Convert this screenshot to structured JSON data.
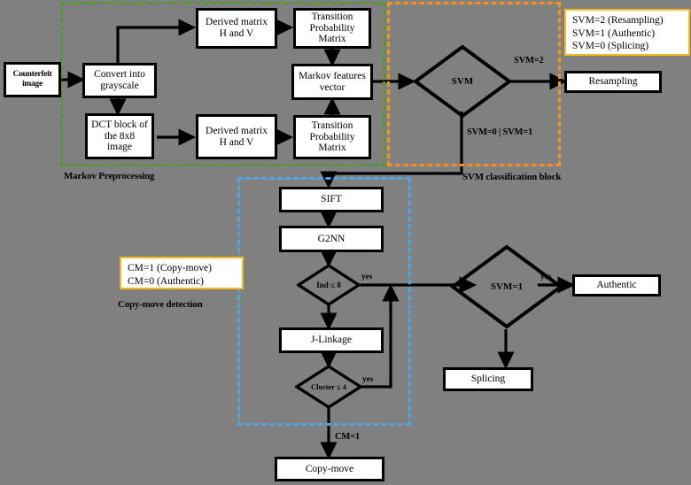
{
  "diagram": {
    "title": "Image forgery detection pipeline flowchart",
    "background_color": "#808080",
    "colors": {
      "markov_region": "#4E9A37",
      "svm_region": "#F39020",
      "copymove_region": "#4FA3E3",
      "legend_border": "#F5B921",
      "node_fill": "#FFFFFF",
      "stroke": "#000000"
    }
  },
  "regions": [
    {
      "name": "markov-preprocessing-region",
      "caption": "Markov Preprocessing",
      "color": "#4E9A37"
    },
    {
      "name": "svm-classification-region",
      "caption": "SVM classification block",
      "color": "#F39020"
    },
    {
      "name": "copy-move-region",
      "caption": "Copy-move detection",
      "color": "#4FA3E3"
    }
  ],
  "nodes": {
    "counterfeit_image": "Counterfeit\nimage",
    "convert_grayscale": "Convert into\ngrayscale",
    "dct_block": "DCT block of\nthe 8x8\nimage",
    "derived_matrix_top": "Derived matrix\nH and V",
    "derived_matrix_bottom": "Derived matrix\nH and V",
    "transition_matrix_top": "Transition\nProbability\nMatrix",
    "transition_matrix_bottom": "Transition\nProbability\nMatrix",
    "markov_features": "Markov features\nvector",
    "resampling": "Resampling",
    "sift": "SIFT",
    "g2nn": "G2NN",
    "j_linkage": "J-Linkage",
    "authentic": "Authentic",
    "splicing": "Splicing",
    "copy_move": "Copy-move"
  },
  "decisions": {
    "svm": "SVM",
    "ind_threshold": "Ind ≤ 8",
    "cluster_threshold": "Cluster ≤ 4",
    "svm_1": "SVM=1"
  },
  "edge_labels": {
    "svm_eq_2": "SVM=2",
    "svm_0_or_1": "SVM=0 | SVM=1",
    "ind_yes": "yes",
    "cluster_yes": "yes",
    "svm1_yes": "yes",
    "cm_eq_1": "CM=1"
  },
  "legends": {
    "svm_legend": "SVM=2 (Resampling)\nSVM=1 (Authentic)\nSVM=0 (Splicing)",
    "cm_legend": "CM=1 (Copy-move)\nCM=0 (Authentic)"
  },
  "section_captions": {
    "markov": "Markov Preprocessing",
    "svm": "SVM classification block",
    "copymove": "Copy-move detection"
  }
}
